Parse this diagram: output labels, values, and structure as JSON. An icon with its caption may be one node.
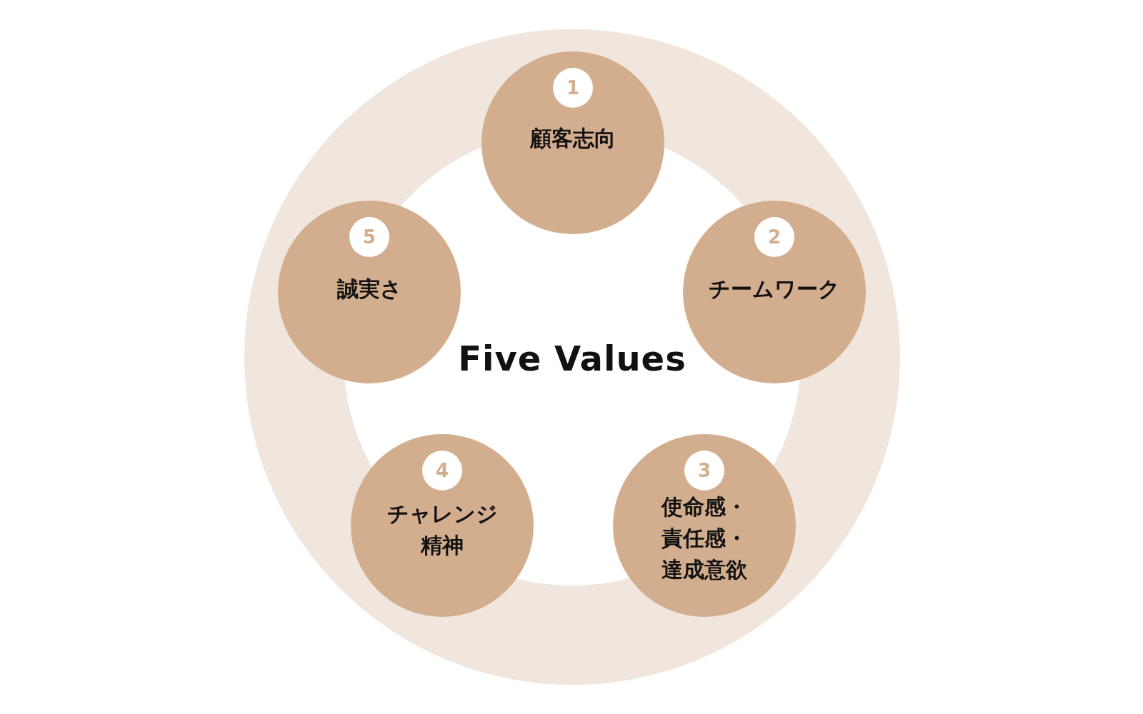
{
  "diagram": {
    "title": "Five Values",
    "nodes": [
      {
        "text": [
          "1",
          "顧客志向"
        ]
      },
      {
        "text": [
          "2",
          "チームワーク"
        ]
      },
      {
        "text": [
          "3",
          "使命感・責任感・達成意欲"
        ]
      },
      {
        "text": [
          "4",
          "チャレンジ精神"
        ]
      },
      {
        "text": [
          "5",
          "誠実さ"
        ]
      }
    ]
  }
}
